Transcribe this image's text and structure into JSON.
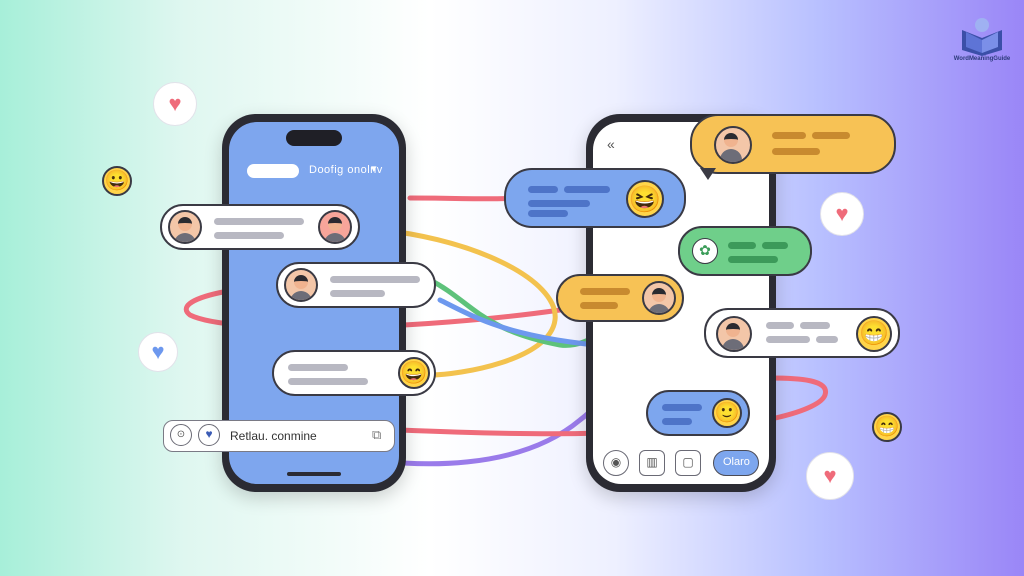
{
  "left_phone": {
    "header_title": "Doofig onolnv",
    "header_chevron": "▾",
    "input_text": "Retlau. conmine"
  },
  "right_phone": {
    "back_label": "«",
    "send_button_label": "Olaro"
  },
  "brand": {
    "name": "WordMeaningGuide"
  },
  "colors": {
    "left_screen": "#7ea6ee",
    "blue_bubble": "#7da6ee",
    "yellow_bubble": "#f7c255",
    "green_bubble": "#6fcf8a",
    "pink_line": "#ef6b7a",
    "yellow_line": "#f3c24e",
    "green_line": "#5ec27b",
    "purple_line": "#9a7bea",
    "blue_line": "#6d98ee"
  },
  "icons": [
    "heart-icon",
    "smiley-emoji-icon",
    "avatar-icon",
    "send-icon",
    "attachment-icon",
    "book-logo-icon"
  ]
}
